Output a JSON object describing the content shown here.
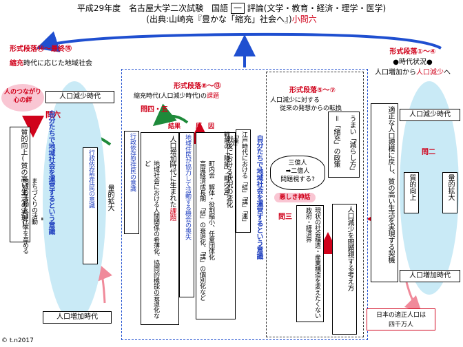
{
  "header": {
    "title": "平成29年度　名古屋大学二次試験　国語",
    "section_num": "一",
    "title_rest": "評論(文学・教育・経済・理学・医学)",
    "source": "(出典:山崎亮『豊かな「縮充」社会へ』)",
    "question": "小問六"
  },
  "top_left": {
    "label": "形式段落⑭～最終⑲",
    "highlight": "縮充",
    "desc": "時代に応じた地域社会"
  },
  "top_right": {
    "label": "形式段落①～④",
    "desc1": "●時代状況●",
    "desc2a": "人口増加から",
    "desc2b": "人口減少",
    "desc2c": "へ"
  },
  "left_col": {
    "bubble": "人のつながり\n心の絆",
    "q6": "問六",
    "top_box": "人口減少時代",
    "bottom_box": "人口増加時代",
    "quality": "質的向上(質の高い生活の実現)",
    "main_blue": "自分たちで地域社会を運営するという意識",
    "sub": "まちづくりの活動\n地域の活動人口比率を高める",
    "right_blue": "行政依存型住民の意識",
    "quantity": "量的拡大"
  },
  "center": {
    "label": "形式段落⑧～⑬",
    "topic_a": "縮充時代(人口減少時代)の",
    "topic_b": "課題",
    "q45": "問四・五",
    "result": "結果",
    "cause": "原　因",
    "admin": "行政依存型住民の意識",
    "born": "人口増加時代に生まれた",
    "born_b": "課題",
    "relations": "地域社会における人間関係の希薄化、協同的機能の衰退化など",
    "blue_mid": "地域住民が協力して活動する機会の喪失",
    "postwar_title": "戦後における状況の変化",
    "postwar_body": "町内会　解体・役割縮小、任意団体化\n高度経済成長期　「結」の衰退化、「講」の個別化など",
    "edo": "江戸時代における「結」「講」「連」「座」\n戦前の「隣組」「町内会」",
    "blue_right": "自分たちで地域社会を運営するという意識"
  },
  "right_center": {
    "label": "形式段落⑤～⑦",
    "desc1": "人口減少に対する",
    "desc2": "従来の発想からの転換",
    "box1a": "うまい「減らし方」",
    "box1b": "＝「縮充」の政策",
    "cloud": "三億人\n➡二億人\n問題視する?",
    "evil": "悪しき神話",
    "q3": "問三",
    "reason": "現状の社会構造・産業構造を変えたくない政府・経済界",
    "problem": "人口減少を問題視する考え方"
  },
  "right_col": {
    "top_box": "人口減少時代",
    "bottom_box": "人口増加時代",
    "main": "適正な人口規模に戻し、質の高い生活を実現する契機",
    "q2": "問二",
    "quality": "質的向上",
    "quantity": "量的拡大",
    "note": "日本の適正人口は\n四千万人"
  },
  "footer": {
    "copyright": "© t.n2017"
  }
}
